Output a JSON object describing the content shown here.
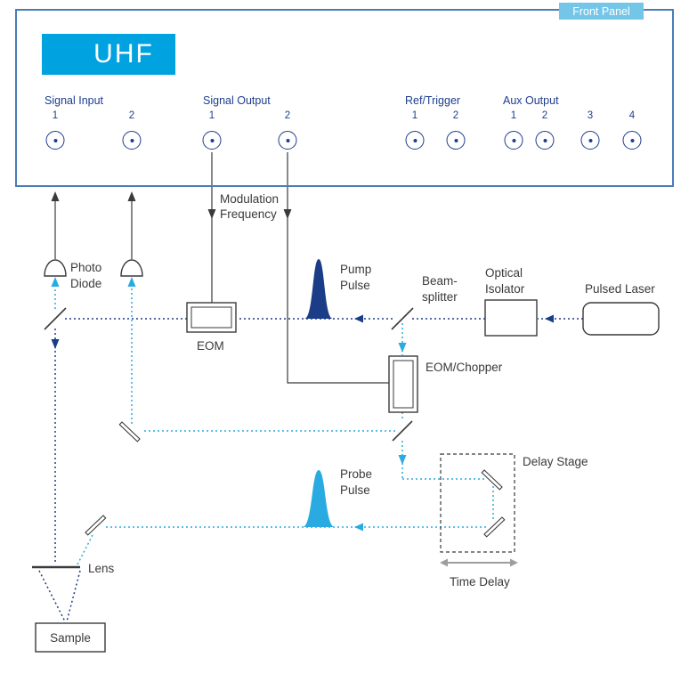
{
  "colors": {
    "panel_border": "#4a7db8",
    "tab_background": "#74c6e8",
    "logo_background": "#00a3e0",
    "panel_text": "#1e3d8f",
    "pump_navy": "#1b3c87",
    "probe_cyan": "#29abe2",
    "time_delay_gray": "#9e9e9e",
    "line_black": "#3a3a3a"
  },
  "front_panel": {
    "tab_label": "Front Panel",
    "logo": "UHF",
    "groups": [
      {
        "label": "Signal Input",
        "ports": [
          "1",
          "2"
        ]
      },
      {
        "label": "Signal Output",
        "ports": [
          "1",
          "2"
        ]
      },
      {
        "label": "Ref/Trigger",
        "ports": [
          "1",
          "2"
        ]
      },
      {
        "label": "Aux Output",
        "ports": [
          "1",
          "2",
          "3",
          "4"
        ]
      }
    ]
  },
  "diagram": {
    "photo_diode": {
      "line1": "Photo",
      "line2": "Diode"
    },
    "modulation_frequency": {
      "line1": "Modulation",
      "line2": "Frequency"
    },
    "eom": "EOM",
    "pump_pulse": {
      "line1": "Pump",
      "line2": "Pulse"
    },
    "beamsplitter": {
      "line1": "Beam-",
      "line2": "splitter"
    },
    "optical_isolator": {
      "line1": "Optical",
      "line2": "Isolator"
    },
    "pulsed_laser": "Pulsed Laser",
    "eom_chopper": "EOM/Chopper",
    "delay_stage": "Delay Stage",
    "probe_pulse": {
      "line1": "Probe",
      "line2": "Pulse"
    },
    "time_delay": "Time Delay",
    "lens": "Lens",
    "sample": "Sample"
  }
}
